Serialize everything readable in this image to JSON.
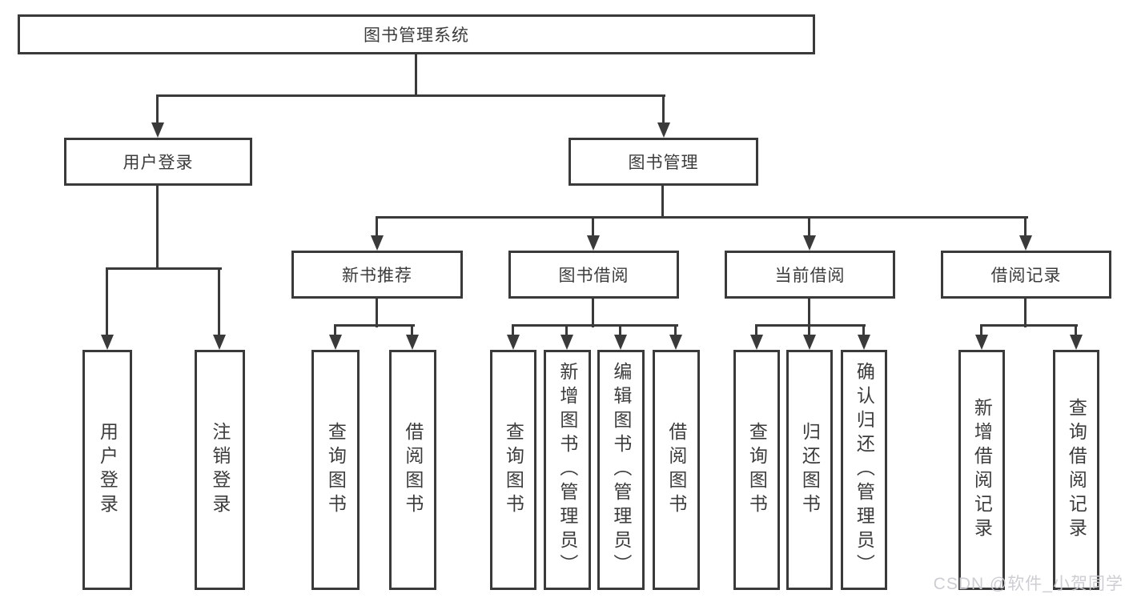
{
  "nodes": {
    "root": {
      "label": "图书管理系统"
    },
    "level2": [
      {
        "label": "用户登录"
      },
      {
        "label": "图书管理"
      }
    ],
    "level3": [
      {
        "label": "新书推荐",
        "parent": "图书管理"
      },
      {
        "label": "图书借阅",
        "parent": "图书管理"
      },
      {
        "label": "当前借阅",
        "parent": "图书管理"
      },
      {
        "label": "借阅记录",
        "parent": "图书管理"
      }
    ],
    "leaves": [
      {
        "label": "用户登录",
        "parent": "用户登录"
      },
      {
        "label": "注销登录",
        "parent": "用户登录"
      },
      {
        "label": "查询图书",
        "parent": "新书推荐"
      },
      {
        "label": "借阅图书",
        "parent": "新书推荐"
      },
      {
        "label": "查询图书",
        "parent": "图书借阅"
      },
      {
        "label": "新增图书（管理员）",
        "parent": "图书借阅"
      },
      {
        "label": "编辑图书（管理员）",
        "parent": "图书借阅"
      },
      {
        "label": "借阅图书",
        "parent": "图书借阅"
      },
      {
        "label": "查询图书",
        "parent": "当前借阅"
      },
      {
        "label": "归还图书",
        "parent": "当前借阅"
      },
      {
        "label": "确认归还（管理员）",
        "parent": "当前借阅"
      },
      {
        "label": "新增借阅记录",
        "parent": "借阅记录"
      },
      {
        "label": "查询借阅记录",
        "parent": "借阅记录"
      }
    ]
  },
  "watermark": {
    "text": "CSDN @软件_小贺同学"
  },
  "colors": {
    "line": "#3a3a3a",
    "text": "#3c3c3c",
    "background": "#ffffff",
    "watermark": "#cbcad2"
  }
}
